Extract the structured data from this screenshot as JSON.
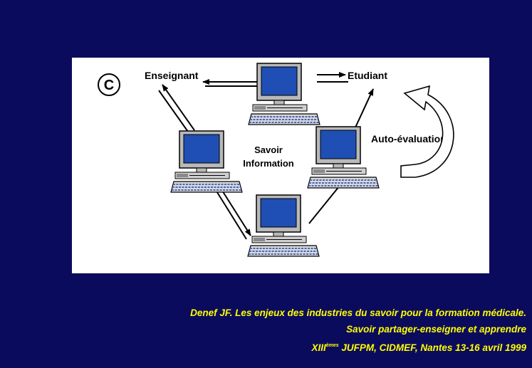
{
  "diagram": {
    "circle_label": "C",
    "nodes": {
      "teacher": "Enseignant",
      "student": "Etudiant",
      "center_line1": "Savoir",
      "center_line2": "Information",
      "self_eval": "Auto-évaluation"
    }
  },
  "citation": {
    "line1": "Denef JF.  Les enjeux des industries du savoir pour la formation médicale.",
    "line2": "Savoir partager-enseigner et apprendre",
    "line3_prefix": "XIII",
    "line3_sup": "èmes",
    "line3_rest": " JUFPM, CIDMEF, Nantes 13-16 avril 1999"
  },
  "colors": {
    "background": "#0b0b5e",
    "panel": "#ffffff",
    "citation_text": "#ffff00",
    "monitor_screen": "#1f4fb4",
    "monitor_body": "#c8c8c8"
  }
}
